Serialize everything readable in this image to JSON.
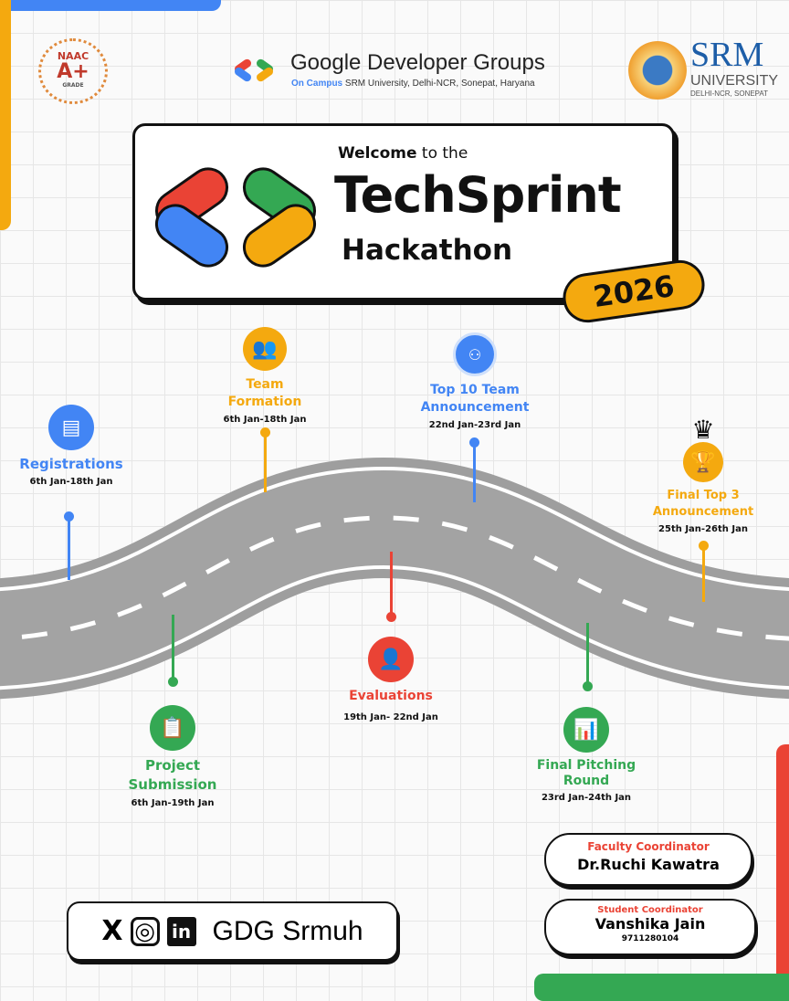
{
  "header": {
    "naac": {
      "top": "NAAC",
      "grade": "A+",
      "bottom": "GRADE"
    },
    "gdg_title": "Google Developer Groups",
    "gdg_on_campus": "On Campus",
    "gdg_location": "SRM University, Delhi-NCR, Sonepat, Haryana",
    "srm": {
      "name": "SRM",
      "university": "UNIVERSITY",
      "location": "DELHI-NCR, SONEPAT"
    }
  },
  "hero": {
    "welcome_bold": "Welcome",
    "welcome_rest": " to the",
    "title": "TechSprint",
    "subtitle": "Hackathon",
    "year": "2026"
  },
  "timeline": [
    {
      "label": "Registrations",
      "dates": "6th Jan-18th Jan",
      "color": "#4285f4",
      "icon": "document-icon"
    },
    {
      "label": "Team Formation",
      "dates": "6th Jan-18th Jan",
      "color": "#f4a90f",
      "icon": "team-icon"
    },
    {
      "label": "Project Submission",
      "dates": "6th Jan-19th Jan",
      "color": "#34a853",
      "icon": "clipboard-icon"
    },
    {
      "label": "Evaluations",
      "dates": "19th Jan- 22nd Jan",
      "color": "#ea4335",
      "icon": "evaluator-icon"
    },
    {
      "label": "Top 10 Team Announcement",
      "dates": "22nd Jan-23rd Jan",
      "color": "#4285f4",
      "icon": "group-icon"
    },
    {
      "label": "Final Pitching Round",
      "dates": "23rd Jan-24th Jan",
      "color": "#34a853",
      "icon": "presentation-icon"
    },
    {
      "label": "Final Top 3 Announcement",
      "dates": "25th Jan-26th Jan",
      "color": "#f4a90f",
      "icon": "trophy-icon"
    }
  ],
  "social": {
    "handle": "GDG Srmuh",
    "x": "X",
    "instagram": "◎",
    "linkedin": "in"
  },
  "coordinators": {
    "faculty_label": "Faculty Coordinator",
    "faculty_name": "Dr.Ruchi Kawatra",
    "student_label": "Student Coordinator",
    "student_name": "Vanshika Jain",
    "student_phone": "9711280104"
  }
}
